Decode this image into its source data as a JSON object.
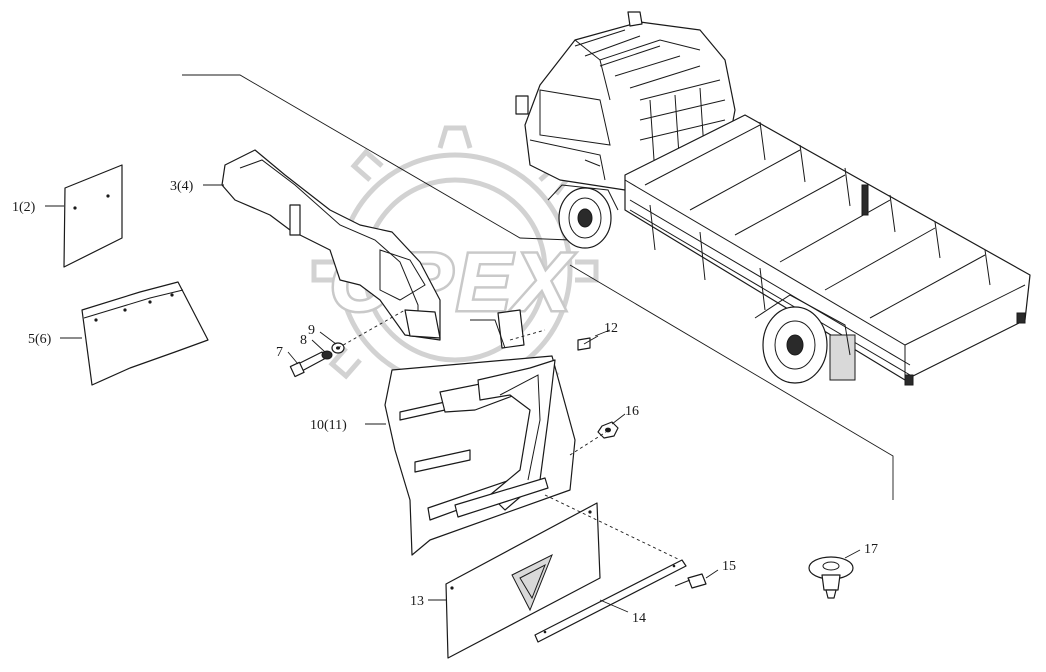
{
  "watermark": {
    "text": "OPEX",
    "color": "#c9c9c9"
  },
  "callouts": [
    {
      "id": "p1",
      "label": "1(2)"
    },
    {
      "id": "p3",
      "label": "3(4)"
    },
    {
      "id": "p5",
      "label": "5(6)"
    },
    {
      "id": "p7",
      "label": "7"
    },
    {
      "id": "p8",
      "label": "8"
    },
    {
      "id": "p9",
      "label": "9"
    },
    {
      "id": "p10",
      "label": "10(11)"
    },
    {
      "id": "p12",
      "label": "12"
    },
    {
      "id": "p13",
      "label": "13"
    },
    {
      "id": "p14",
      "label": "14"
    },
    {
      "id": "p15",
      "label": "15"
    },
    {
      "id": "p16",
      "label": "16"
    },
    {
      "id": "p17",
      "label": "17"
    }
  ],
  "colors": {
    "line": "#1a1a1a",
    "background": "#ffffff"
  }
}
